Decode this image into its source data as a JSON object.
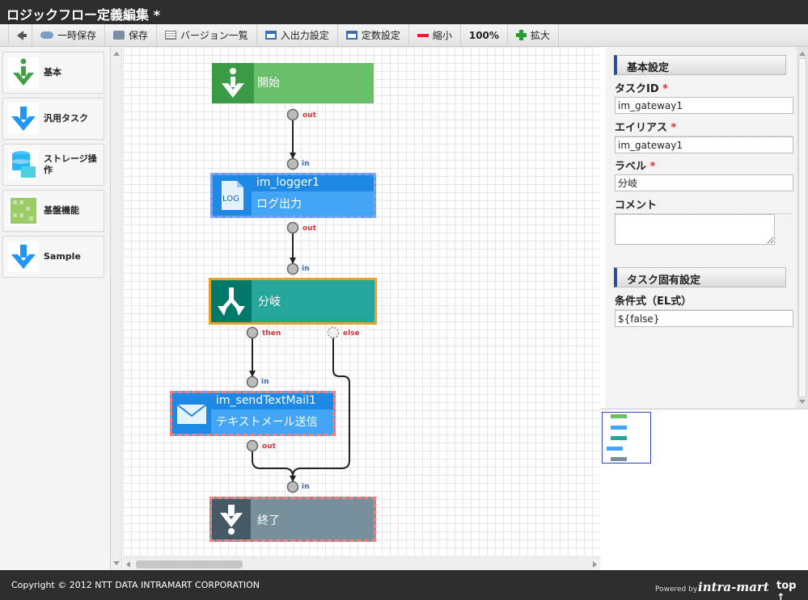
{
  "window": {
    "title": "ロジックフロー定義編集 *"
  },
  "toolbar": {
    "temp_save": "一時保存",
    "save": "保存",
    "version_list": "バージョン一覧",
    "io_settings": "入出力設定",
    "const_settings": "定数設定",
    "zoom_out": "縮小",
    "zoom_level": "100%",
    "zoom_in": "拡大"
  },
  "palette": {
    "items": [
      {
        "label": "基本"
      },
      {
        "label": "汎用タスク"
      },
      {
        "label": "ストレージ操作"
      },
      {
        "label": "基盤機能"
      },
      {
        "label": "Sample"
      }
    ]
  },
  "flow": {
    "start": {
      "label": "開始",
      "port_out": "out"
    },
    "logger": {
      "id": "im_logger1",
      "label": "ログ出力",
      "icon_text": "LOG",
      "port_in": "in",
      "port_out": "out"
    },
    "gateway": {
      "label": "分岐",
      "port_in": "in",
      "port_then": "then",
      "port_else": "else"
    },
    "mail": {
      "id": "im_sendTextMail1",
      "label": "テキストメール送信",
      "port_in": "in",
      "port_out": "out"
    },
    "end": {
      "label": "終了",
      "port_in": "in"
    }
  },
  "props": {
    "basic_header": "基本設定",
    "task_id_label": "タスクID",
    "task_id_value": "im_gateway1",
    "alias_label": "エイリアス",
    "alias_value": "im_gateway1",
    "label_label": "ラベル",
    "label_value": "分岐",
    "comment_label": "コメント",
    "required_mark": "*",
    "specific_header": "タスク固有設定",
    "condition_label": "条件式（EL式）",
    "condition_value": "${false}"
  },
  "footer": {
    "copyright": "Copyright © 2012 NTT DATA INTRAMART CORPORATION",
    "powered": "Powered by",
    "brand": "intra-mart",
    "top": "top ↑"
  },
  "colors": {
    "start": "#6abf69",
    "logger": "#42a5f5",
    "gateway": "#26a69a",
    "gateway_border": "#f0a020",
    "end": "#78909c",
    "selection_dash": "#f08080"
  }
}
